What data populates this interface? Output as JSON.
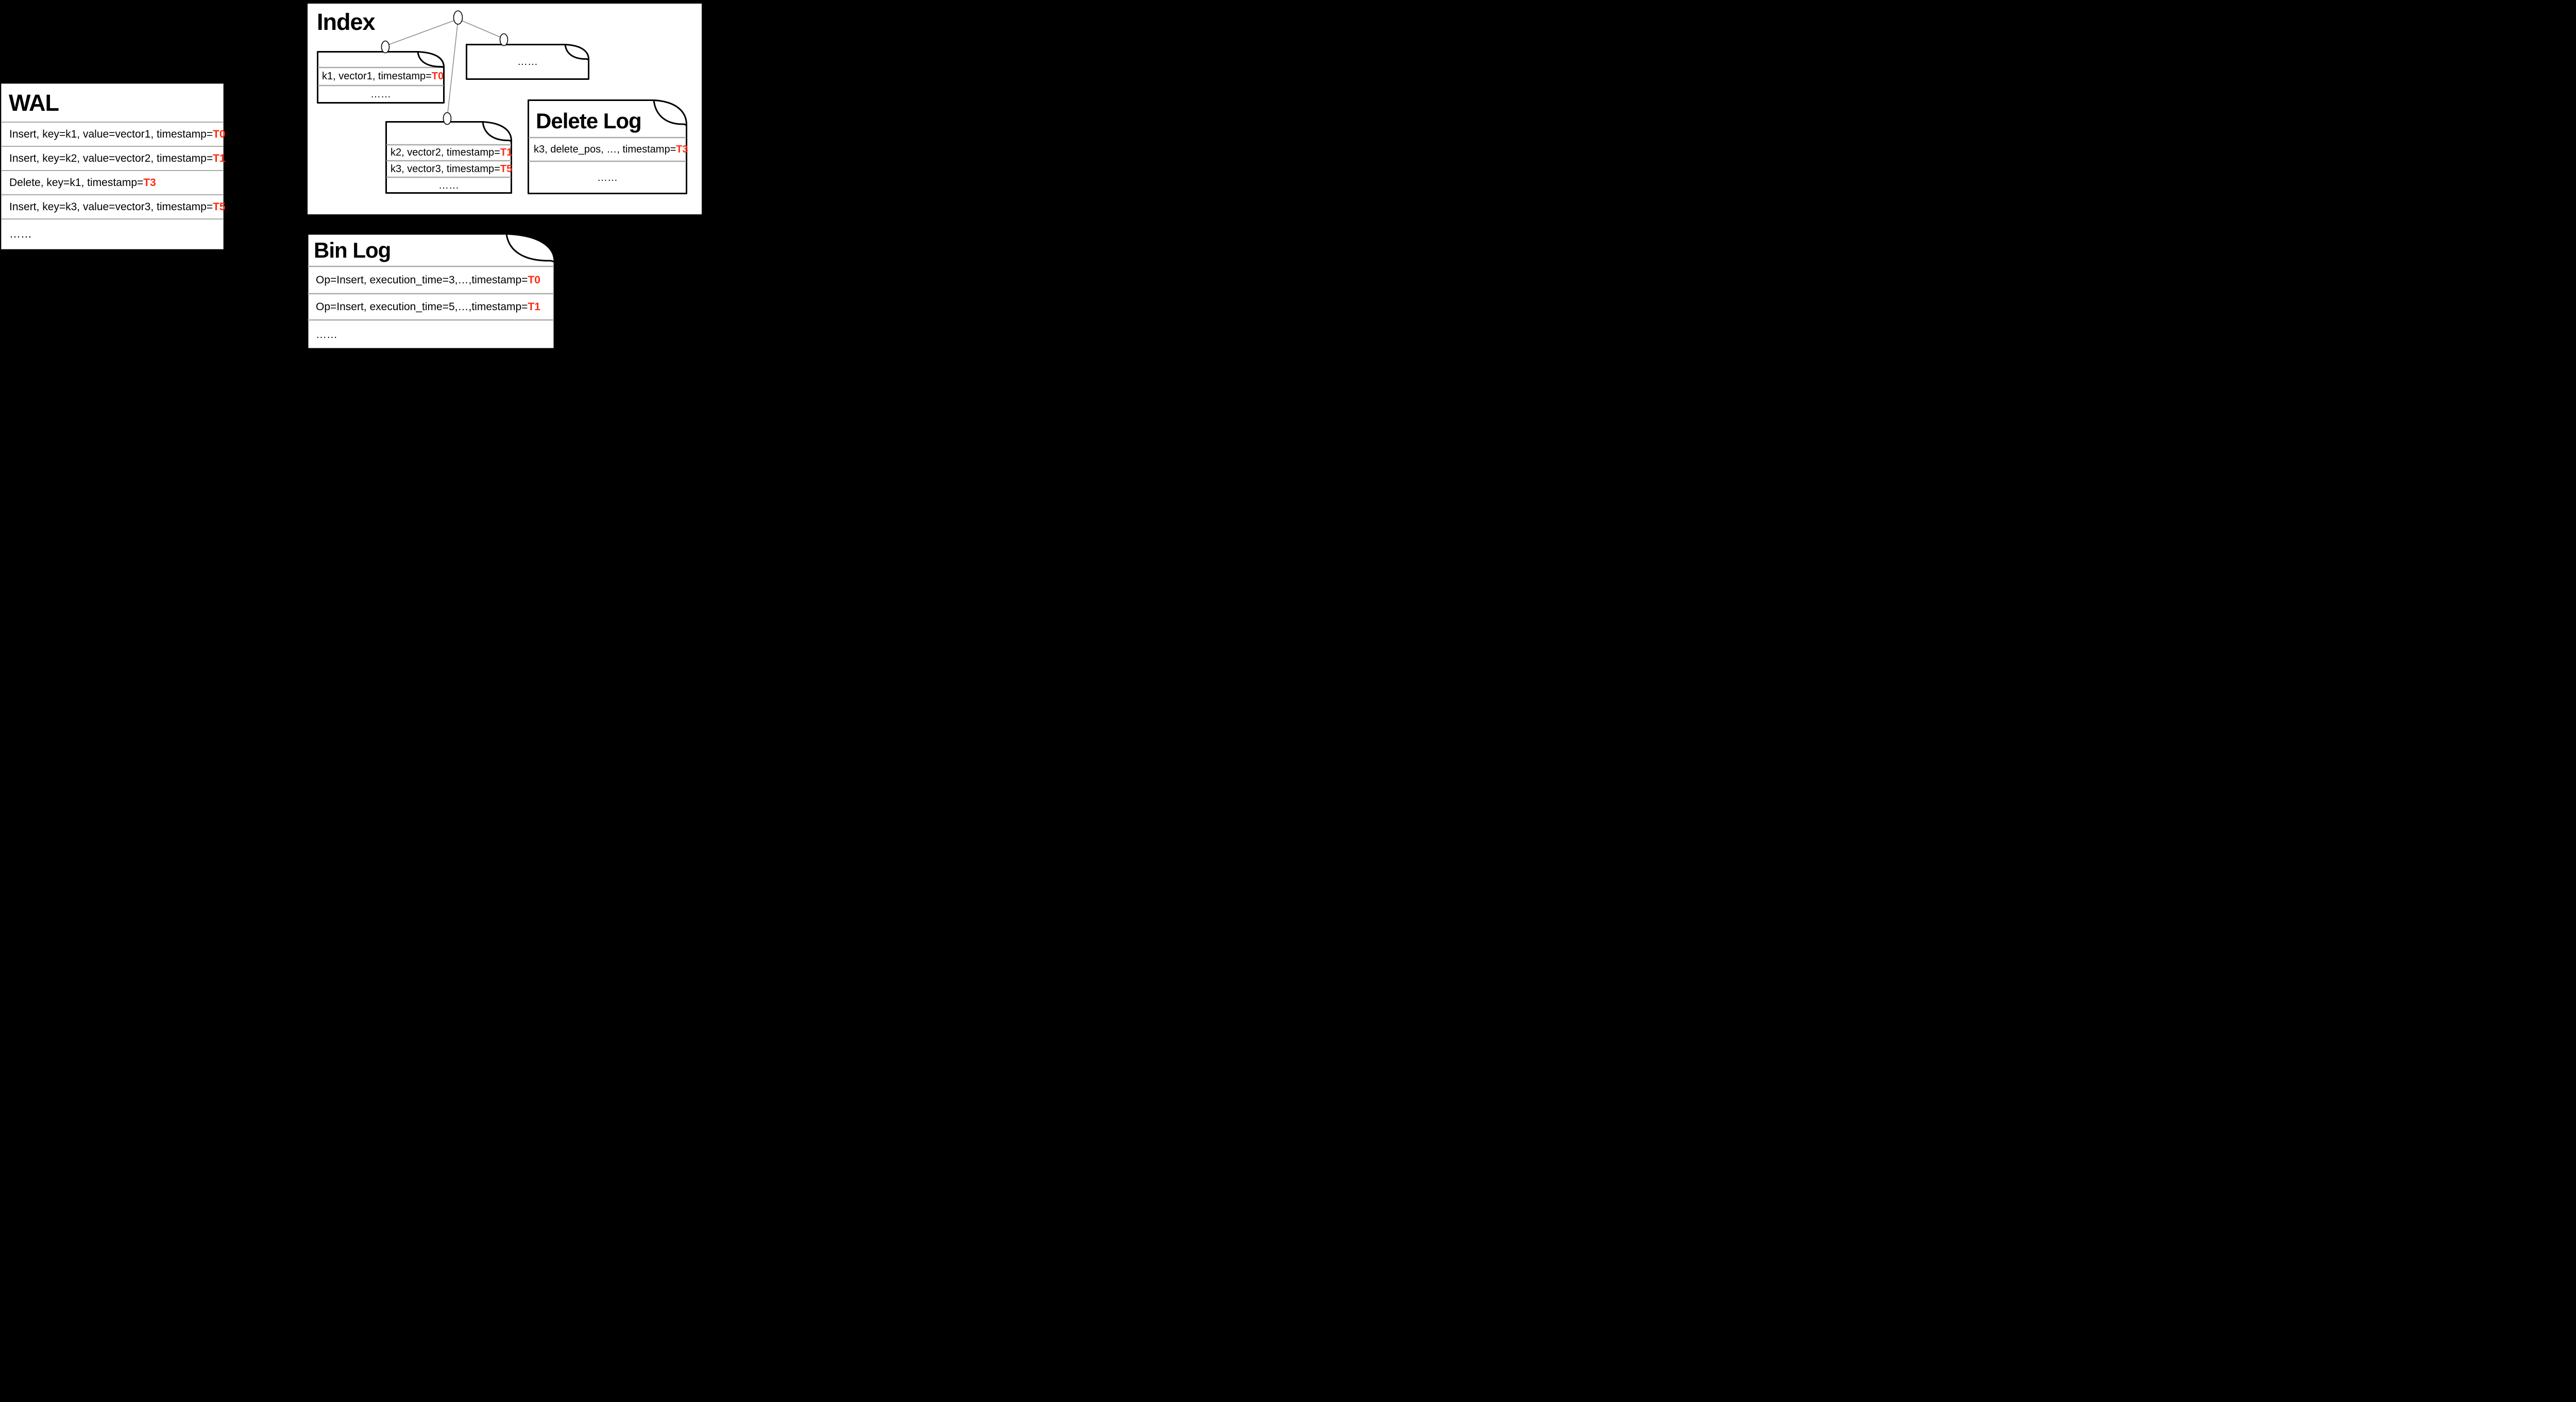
{
  "colors": {
    "background": "#000000",
    "timestamp_red": "#FB2D14",
    "divider_gray": "#A9A9A9",
    "tree_edge_gray": "#8F8F8F"
  },
  "wal": {
    "title": "WAL",
    "rows": [
      {
        "text": "Insert, key=k1, value=vector1, timestamp=",
        "timestamp": "T0"
      },
      {
        "text": "Insert, key=k2, value=vector2, timestamp=",
        "timestamp": "T1"
      },
      {
        "text": "Delete, key=k1, timestamp=",
        "timestamp": "T3"
      },
      {
        "text": "Insert, key=k3, value=vector3, timestamp=",
        "timestamp": "T5"
      }
    ],
    "ellipsis": "……"
  },
  "index": {
    "title": "Index",
    "segment1": {
      "rows": [
        {
          "text": "k1, vector1, timestamp=",
          "timestamp": "T0"
        }
      ],
      "ellipsis": "……"
    },
    "segment2": {
      "ellipsis": "……"
    },
    "segment3": {
      "rows": [
        {
          "text": "k2, vector2, timestamp=",
          "timestamp": "T1"
        },
        {
          "text": "k3, vector3, timestamp=",
          "timestamp": "T5"
        }
      ],
      "ellipsis": "……"
    }
  },
  "delete_log": {
    "title": "Delete Log",
    "rows": [
      {
        "text": "k3, delete_pos, …, timestamp=",
        "timestamp": "T3"
      }
    ],
    "ellipsis": "……"
  },
  "bin_log": {
    "title": "Bin Log",
    "rows": [
      {
        "text": "Op=Insert, execution_time=3,…,timestamp=",
        "timestamp": "T0"
      },
      {
        "text": "Op=Insert, execution_time=5,…,timestamp=",
        "timestamp": "T1"
      }
    ],
    "ellipsis": "……"
  }
}
